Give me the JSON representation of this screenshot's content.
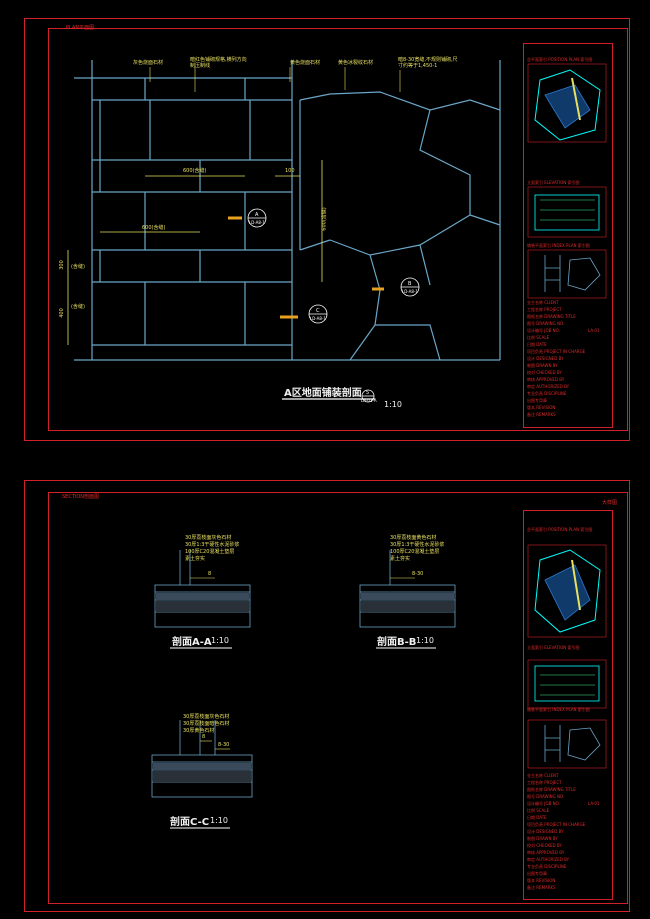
{
  "sheet1": {
    "corner_label": "PLAN平面图",
    "title": "A区地面铺装剖面",
    "scale": "1:10",
    "symbol_ref": "LA-01-A",
    "symbol_num": "5",
    "callouts": [
      "灰色烧面石材",
      "暗红色铺砌规格,横列方向制压制线",
      "黄色烧面石材",
      "黄色冰裂纹石材",
      "暗8-30宽缝,不规则铺砌,尺寸约等于1,450-1"
    ],
    "dims": {
      "d600a": "600(含缝)",
      "d100": "100",
      "d600b": "600(含缝)",
      "d600c": "600(含缝)",
      "d300": "300",
      "d300lbl": "(含缝)",
      "d400": "400",
      "d400lbl": "(含缝)"
    },
    "sections": [
      {
        "letter": "A",
        "ref": "LD-A8-1"
      },
      {
        "letter": "B",
        "ref": "LD-A8-1"
      },
      {
        "letter": "C",
        "ref": "LD-A8-1"
      }
    ]
  },
  "sheet2": {
    "corner_label": "SECTION剖面图",
    "corner_right": "大样图",
    "sec_a": {
      "title": "剖面A-A",
      "scale": "1:10",
      "layers": [
        "30厚荔枝面灰色石材",
        "30厚1:3干硬性水泥砂浆",
        "100厚C20混凝土垫层",
        "素土夯实"
      ],
      "dim": "8"
    },
    "sec_b": {
      "title": "剖面B-B",
      "scale": "1:10",
      "layers": [
        "30厚荔枝面黄色石材",
        "30厚1:3干硬性水泥砂浆",
        "100厚C20混凝土垫层",
        "素土夯实"
      ],
      "dim": "8-30"
    },
    "sec_c": {
      "title": "剖面C-C",
      "scale": "1:10",
      "layers": [
        "30厚荔枝面灰色石材",
        "30厚荔枝面暗色石材",
        "30厚黄色石材"
      ],
      "dim1": "8",
      "dim2": "8-30"
    }
  },
  "titleblock": {
    "thumb_labels": [
      "总平面索引 POSITION PLAN 索引图",
      "立面索引 ELEVATION 索引图",
      "铺装平面索引 INDEX PLAN 索引图"
    ],
    "rows": [
      "业主名称 CLIENT",
      "工程名称 PROJECT",
      "图纸名称 DRAWING TITLE",
      "图号 DRAWING NO.",
      "设计编号 JOB NO.",
      "比例 SCALE",
      "日期 DATE",
      "项目负责 PROJECT IN CHARGE",
      "设计 DESIGNED BY",
      "制图 DRAWN BY",
      "校对 CHECKED BY",
      "审核 APPROVED BY",
      "审定 AUTHORIZED BY",
      "专业负责 DISCIPLINE",
      "出图专用章",
      "版本 REVISION",
      "备注 REMARKS"
    ],
    "tag": "LA-01"
  },
  "colors": {
    "frame": "#d0202a",
    "cad_line": "#6aa6c8",
    "dim": "#e8e060",
    "text": "#ffffff",
    "map_cyan": "#00ffff"
  }
}
